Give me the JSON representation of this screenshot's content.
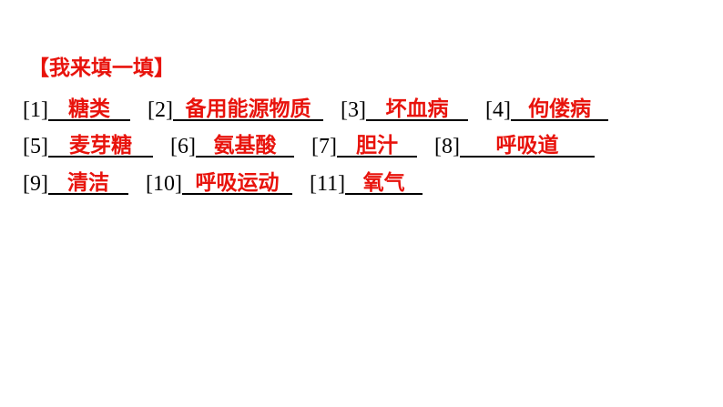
{
  "page": {
    "background": "#ffffff"
  },
  "colors": {
    "answer_red": "#e8130c",
    "line_black": "#000000",
    "number_black": "#000000"
  },
  "title": {
    "text": "【我来填一填】"
  },
  "rows": [
    {
      "items": [
        {
          "number": "[1]",
          "answer": "糖类",
          "blank_width": 90
        },
        {
          "number": "[2]",
          "answer": "备用能源物质",
          "blank_width": 165
        },
        {
          "number": "[3]",
          "answer": "坏血病",
          "blank_width": 112
        },
        {
          "number": "[4]",
          "answer": "佝偻病",
          "blank_width": 107
        }
      ]
    },
    {
      "items": [
        {
          "number": "[5]",
          "answer": "麦芽糖",
          "blank_width": 115
        },
        {
          "number": "[6]",
          "answer": "氨基酸",
          "blank_width": 108
        },
        {
          "number": "[7]",
          "answer": "胆汁",
          "blank_width": 88
        },
        {
          "number": "[8]",
          "answer": "呼吸道",
          "blank_width": 148
        }
      ]
    },
    {
      "items": [
        {
          "number": "[9]",
          "answer": "清洁",
          "blank_width": 88
        },
        {
          "number": "[10]",
          "answer": "呼吸运动",
          "blank_width": 121
        },
        {
          "number": "[11]",
          "answer": "氧气",
          "blank_width": 85
        }
      ]
    }
  ]
}
